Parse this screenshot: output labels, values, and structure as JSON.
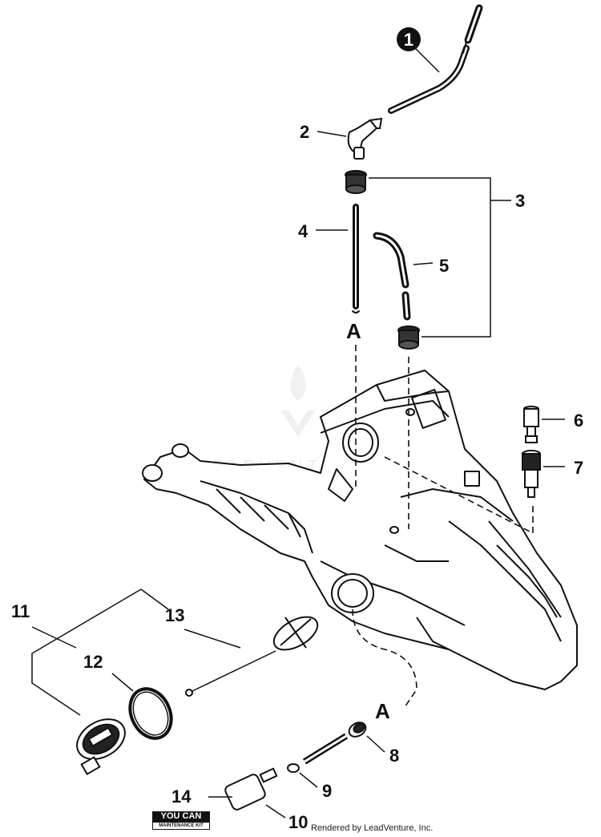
{
  "callouts": {
    "c1": "1",
    "c2": "2",
    "c3": "3",
    "c4": "4",
    "c5": "5",
    "c6": "6",
    "c7": "7",
    "c8": "8",
    "c9": "9",
    "c10": "10",
    "c11": "11",
    "c12": "12",
    "c13": "13",
    "c14": "14"
  },
  "ref_letters": {
    "top": "A",
    "bottom": "A"
  },
  "watermark": {
    "text": "LEADVENTURE"
  },
  "badge": {
    "line1": "YOU CAN",
    "line2": "MAINTENANCE KIT"
  },
  "footer": {
    "rendered_by": "Rendered by LeadVenture, Inc."
  }
}
